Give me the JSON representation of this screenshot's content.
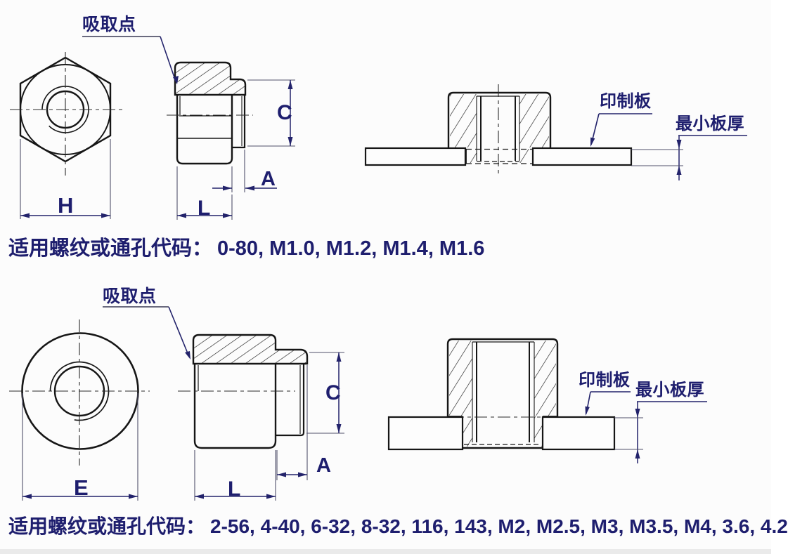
{
  "colors": {
    "drawing_line": "#161616",
    "dimension_line": "#23236b",
    "text": "#1e1e6e"
  },
  "figure_top": {
    "pickup_point": "吸取点",
    "pcb": "印制板",
    "min_board_thickness": "最小板厚",
    "dim_across_flats": "H",
    "dim_height": "C",
    "dim_shank_length": "A",
    "dim_body_length": "L",
    "codes_label": "适用螺纹或通孔代码：",
    "codes": "0-80, M1.0, M1.2, M1.4, M1.6"
  },
  "figure_bottom": {
    "pickup_point": "吸取点",
    "pcb": "印制板",
    "min_board_thickness": "最小板厚",
    "dim_outer_diameter": "E",
    "dim_height": "C",
    "dim_shank_length": "A",
    "dim_body_length": "L",
    "codes_label": "适用螺纹或通孔代码：",
    "codes": "2-56, 4-40, 6-32, 8-32, 116, 143, M2, M2.5, M3, M3.5, M4, 3.6, 4.2"
  }
}
